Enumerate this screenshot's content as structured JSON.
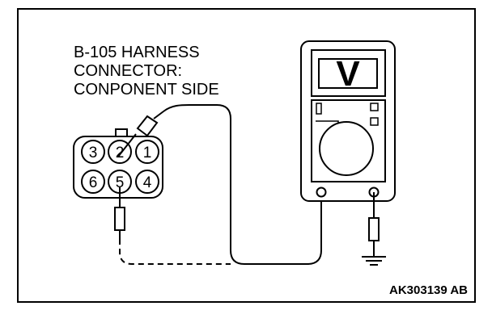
{
  "connector_label": {
    "line1": "B-105 HARNESS",
    "line2": "CONNECTOR:",
    "line3": "CONPONENT SIDE"
  },
  "pins": {
    "top": [
      "3",
      "2",
      "1"
    ],
    "bottom": [
      "6",
      "5",
      "4"
    ]
  },
  "meter": {
    "display": "V"
  },
  "figure_code": "AK303139 AB"
}
